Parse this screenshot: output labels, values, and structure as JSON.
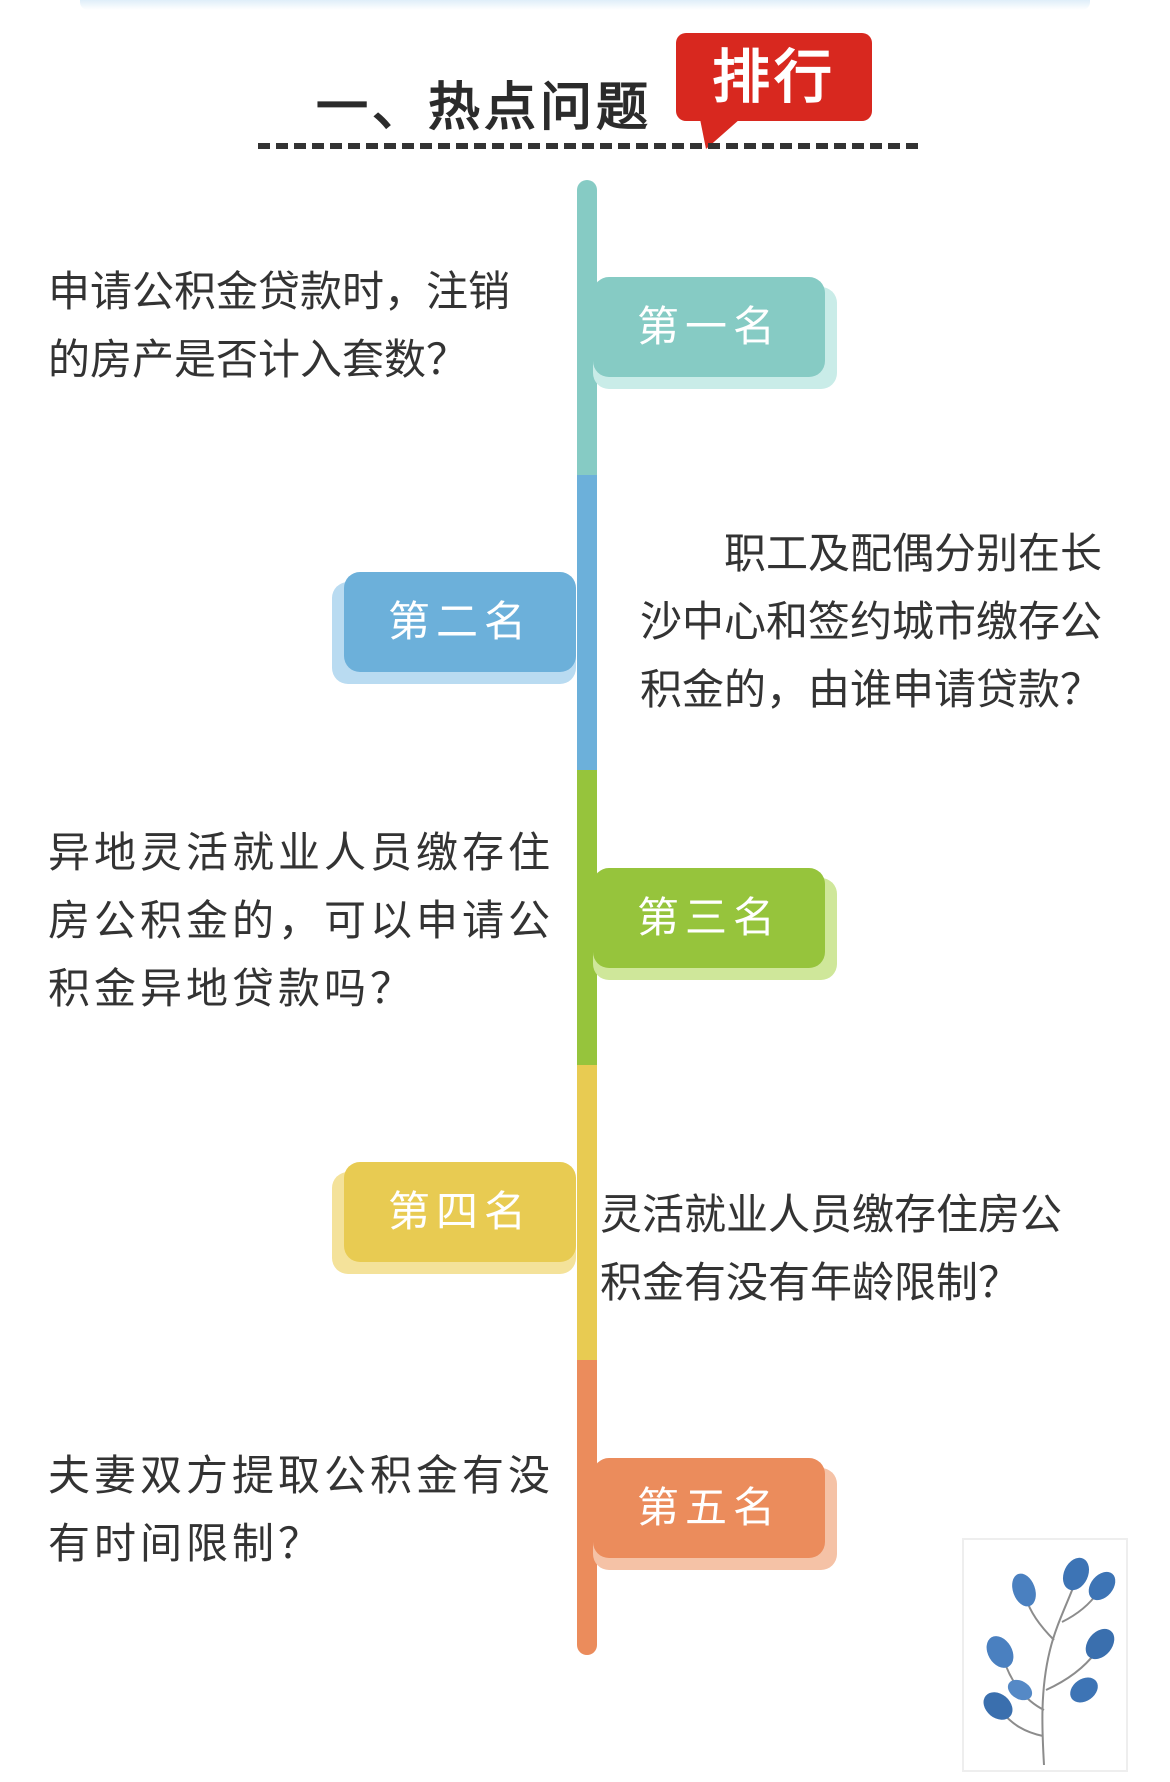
{
  "header": {
    "title": "一、热点问题",
    "badge": "排行",
    "badge_color": "#d8281f"
  },
  "ranks": [
    {
      "label": "第一名",
      "color": "#86cbc4",
      "shadow": "#c9ece8",
      "question": [
        "申请公积金贷款时，注销",
        "的房产是否计入套数？"
      ]
    },
    {
      "label": "第二名",
      "color": "#6cb0da",
      "shadow": "#b9dbf1",
      "question": [
        "　　职工及配偶分别在长",
        "沙中心和签约城市缴存公",
        "积金的，由谁申请贷款？"
      ]
    },
    {
      "label": "第三名",
      "color": "#96c43c",
      "shadow": "#cfe79a",
      "question": [
        "异地灵活就业人员缴存住",
        "房公积金的，可以申请公",
        "积金异地贷款吗？"
      ]
    },
    {
      "label": "第四名",
      "color": "#e8cb52",
      "shadow": "#f4e29a",
      "question": [
        "灵活就业人员缴存住房公",
        "积金有没有年龄限制？"
      ]
    },
    {
      "label": "第五名",
      "color": "#eb8c5c",
      "shadow": "#f5c2a6",
      "question": [
        "夫妻双方提取公积金有没",
        "有时间限制？"
      ]
    }
  ],
  "decoration": {
    "icon": "plant-icon",
    "leaf_color": "#3d74b5"
  }
}
